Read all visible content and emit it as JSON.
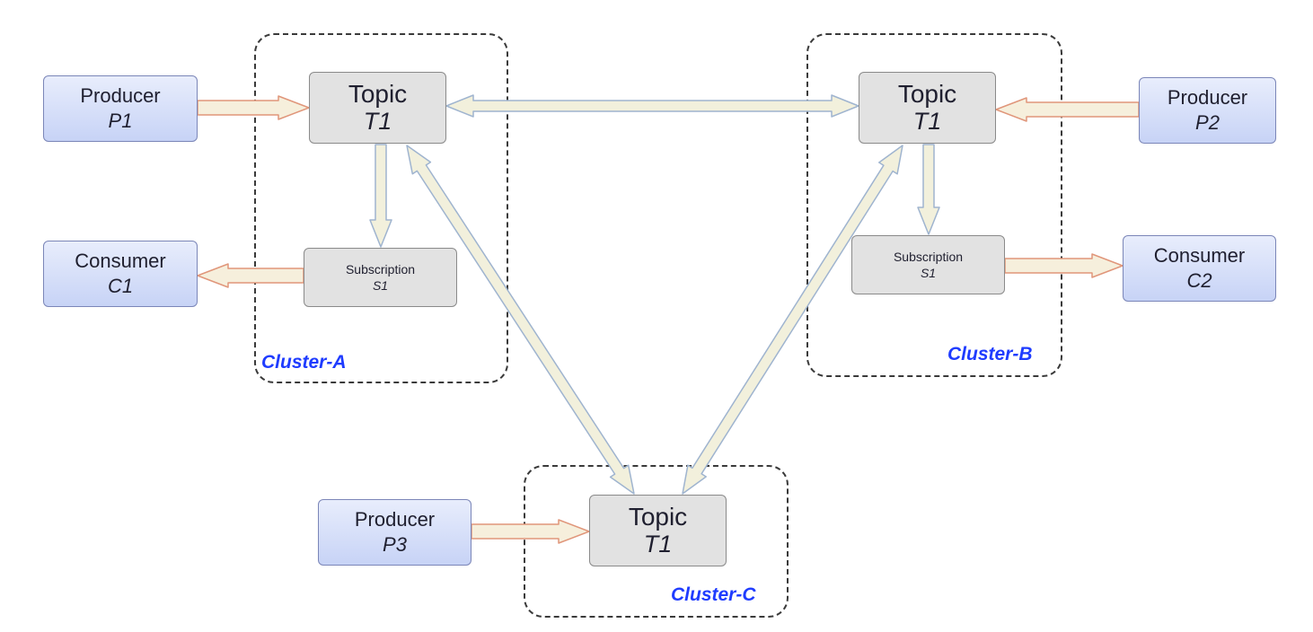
{
  "clusters": [
    {
      "label": "Cluster-A"
    },
    {
      "label": "Cluster-B"
    },
    {
      "label": "Cluster-C"
    }
  ],
  "nodes": {
    "producer_p1": {
      "title": "Producer",
      "id": "P1"
    },
    "consumer_c1": {
      "title": "Consumer",
      "id": "C1"
    },
    "topic_a": {
      "title": "Topic",
      "id": "T1"
    },
    "subscription_a": {
      "title": "Subscription",
      "id": "S1"
    },
    "topic_b": {
      "title": "Topic",
      "id": "T1"
    },
    "subscription_b": {
      "title": "Subscription",
      "id": "S1"
    },
    "producer_p2": {
      "title": "Producer",
      "id": "P2"
    },
    "consumer_c2": {
      "title": "Consumer",
      "id": "C2"
    },
    "producer_p3": {
      "title": "Producer",
      "id": "P3"
    },
    "topic_c": {
      "title": "Topic",
      "id": "T1"
    }
  },
  "colors": {
    "cluster_label": "#1f3cff",
    "client_fill": "#d6e0fa",
    "topic_fill": "#e2e2e2",
    "local_arrow_stroke": "#e0967a",
    "local_arrow_fill": "#f6efdc",
    "replication_arrow_stroke": "#9fb4cf",
    "replication_arrow_fill": "#f2f0dc"
  }
}
